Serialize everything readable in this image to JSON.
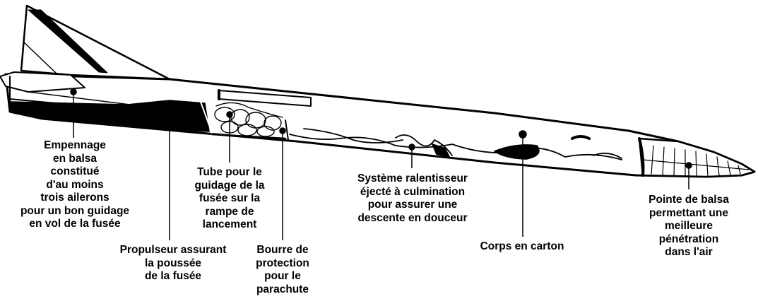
{
  "labels": {
    "empennage": "Empennage\nen balsa\nconstitué\nd'au moins\ntrois ailerons\npour un bon guidage\nen vol de la fusée",
    "propulseur": "Propulseur assurant\nla poussée\nde la fusée",
    "tube": "Tube pour le\nguidage de la\nfusée sur la\nrampe de\nlancement",
    "bourre": "Bourre de\nprotection\npour le\nparachute",
    "systeme": "Système ralentisseur\néjecté à culmination\npour assurer une\ndescente en douceur",
    "corps": "Corps en carton",
    "pointe": "Pointe de balsa\npermettant une\nmeilleure\npénétration\ndans l'air"
  },
  "colors": {
    "ink": "#000000",
    "paper": "#ffffff"
  }
}
